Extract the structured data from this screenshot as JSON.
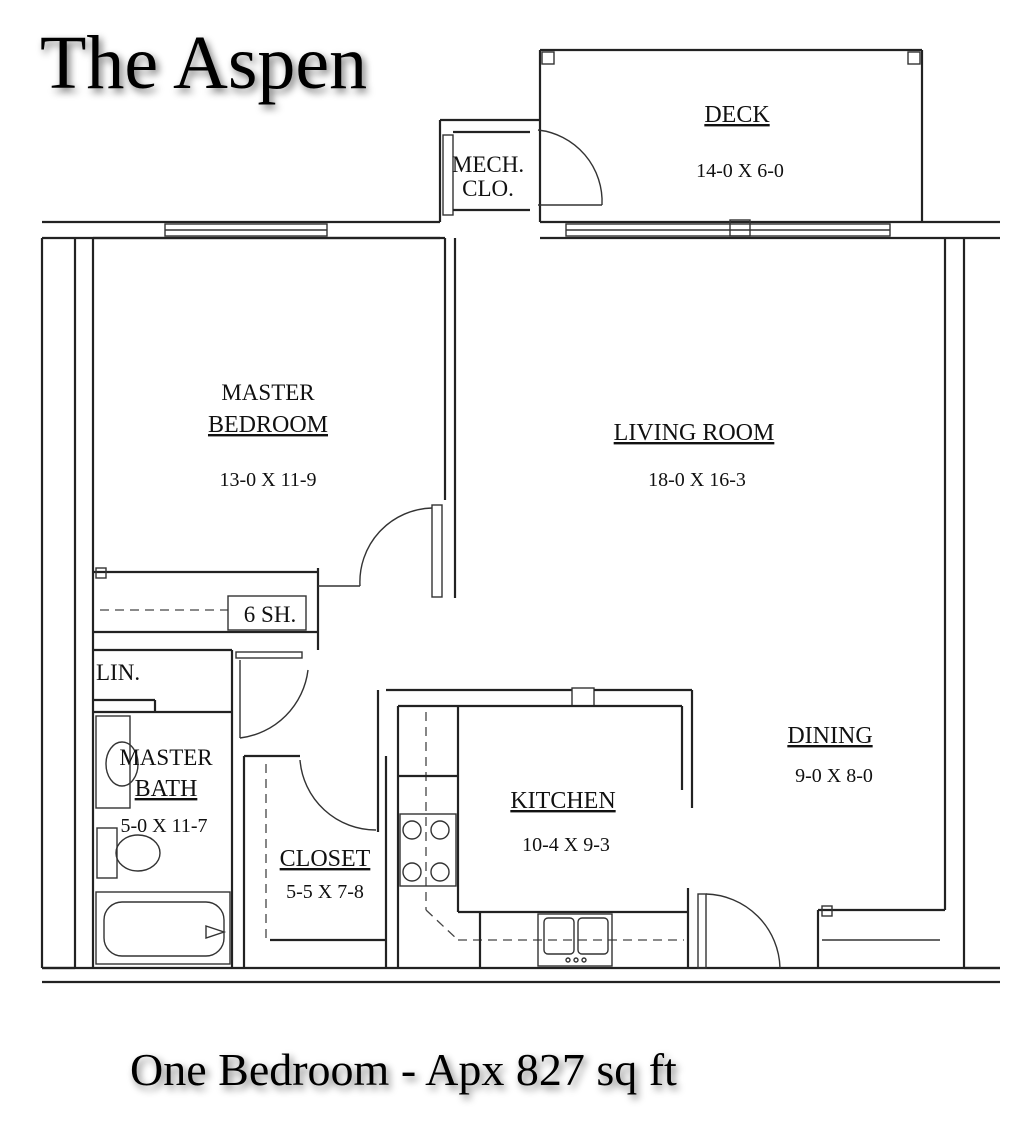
{
  "title": "The Aspen",
  "subtitle": "One Bedroom - Apx 827 sq ft",
  "rooms": {
    "deck": {
      "name": "DECK",
      "dims": "14-0 X 6-0"
    },
    "mech": {
      "line1": "MECH.",
      "line2": "CLO."
    },
    "master_bedroom": {
      "line1": "MASTER",
      "line2": "BEDROOM",
      "dims": "13-0 X 11-9"
    },
    "living_room": {
      "name": "LIVING ROOM",
      "dims": "18-0 X 16-3"
    },
    "shelves": {
      "name": "6 SH."
    },
    "linen": {
      "name": "LIN."
    },
    "master_bath": {
      "line1": "MASTER",
      "line2": "BATH",
      "dims": "5-0 X 11-7"
    },
    "closet": {
      "name": "CLOSET",
      "dims": "5-5 X 7-8"
    },
    "kitchen": {
      "name": "KITCHEN",
      "dims": "10-4 X 9-3"
    },
    "dining": {
      "name": "DINING",
      "dims": "9-0 X 8-0"
    }
  }
}
